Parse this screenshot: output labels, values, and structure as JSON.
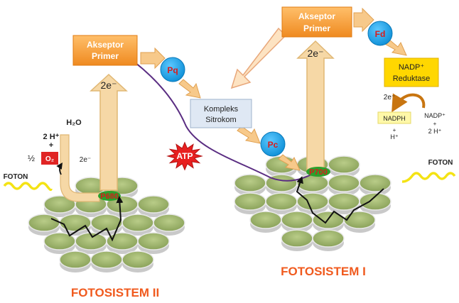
{
  "colors": {
    "box_orange": "#f7a13a",
    "box_orange_dark": "#e07b12",
    "carrier_blue": "#1fa6e8",
    "carrier_text": "#d81b1b",
    "arrow_tan": "#f6d8a6",
    "arrow_tan_stroke": "#e0b774",
    "atp_red": "#e82020",
    "title_orange": "#f05a1e",
    "nadp_box": "#ffd700",
    "nadph_box": "#fff8a8",
    "disc_green": "#9cb36a",
    "electron_line": "#5a2d82",
    "photon_yellow": "#f4e314"
  },
  "icons": [
    "photon-wave-icon",
    "atp-burst-icon",
    "electron-path-icon",
    "pigment-disc-icon"
  ],
  "ps2": {
    "acceptor_line1": "Akseptor",
    "acceptor_line2": "Primer",
    "electron_label": "2e⁻",
    "reaction_center": "P680",
    "water": "H₂O",
    "proton_line1": "2 H⁺",
    "proton_line2": "+",
    "half": "½",
    "oxygen": "O₂",
    "water_electron": "2e⁻",
    "photon": "FOTON",
    "title": "FOTOSISTEM II"
  },
  "ps1": {
    "acceptor_line1": "Akseptor",
    "acceptor_line2": "Primer",
    "electron_label": "2e⁻",
    "reaction_center": "P700",
    "photon": "FOTON",
    "title": "FOTOSISTEM I"
  },
  "carriers": {
    "pq": "Pq",
    "pc": "Pc",
    "fd": "Fd"
  },
  "cytochrome": {
    "line1": "Kompleks",
    "line2": "Sitrokom"
  },
  "atp": "ATP",
  "nadp_reductase": {
    "line1": "NADP⁺",
    "line2": "Reduktase",
    "electron": "2e⁻",
    "nadph": "NADPH",
    "nadph_plus": "+",
    "nadph_h": "H⁺",
    "nadp_line1": "NADP⁺",
    "nadp_line2": "+",
    "nadp_line3": "2 H⁺"
  }
}
